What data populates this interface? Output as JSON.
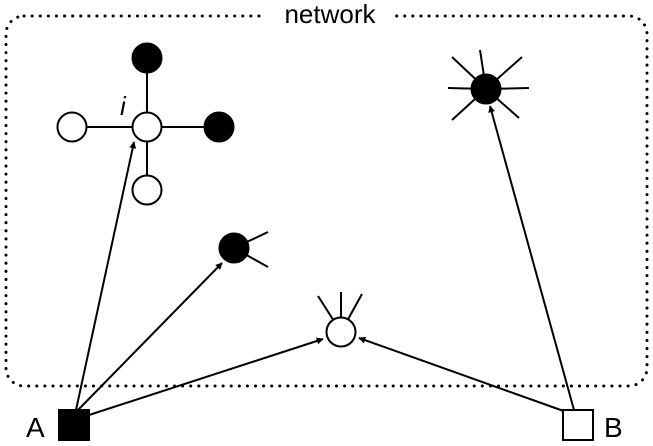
{
  "network": {
    "label": "network"
  },
  "nodes": {
    "i_label": "i"
  },
  "sources": {
    "a_label": "A",
    "b_label": "B"
  },
  "colors": {
    "ink": "#000000",
    "paper": "#ffffff"
  }
}
